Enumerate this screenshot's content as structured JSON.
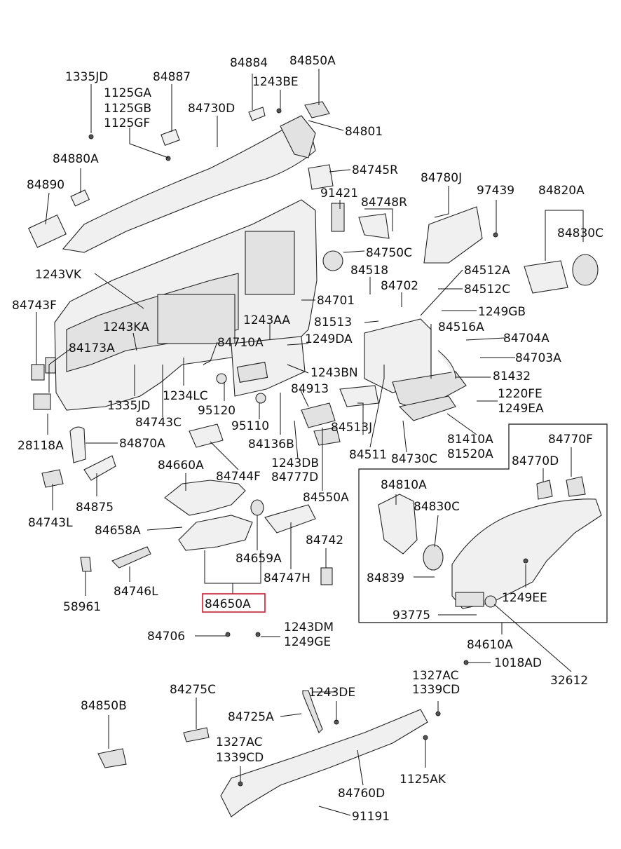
{
  "highlight_label": "84650A",
  "labels": [
    "1335JD",
    "84887",
    "1125GA",
    "1125GB",
    "1125GF",
    "84730D",
    "84884",
    "1243BE",
    "84850A",
    "84801",
    "84880A",
    "84890",
    "84745R",
    "84780J",
    "91421",
    "84748R",
    "97439",
    "84820A",
    "84830C",
    "84750C",
    "1243VK",
    "84518",
    "84512A",
    "84702",
    "84512C",
    "84743F",
    "84701",
    "1249GB",
    "1243KA",
    "1243AA",
    "81513",
    "84516A",
    "84173A",
    "84710A",
    "1249DA",
    "84704A",
    "84703A",
    "81432",
    "1243BN",
    "84913",
    "1220FE",
    "1249EA",
    "1335JD",
    "1234LC",
    "84743C",
    "95120",
    "95110",
    "84136B",
    "84513J",
    "28118A",
    "84870A",
    "84511",
    "84730C",
    "81410A",
    "81520A",
    "84770F",
    "84770D",
    "84660A",
    "84744F",
    "1243DB",
    "84777D",
    "84810A",
    "84830C",
    "84743L",
    "84875",
    "84550A",
    "84658A",
    "84659A",
    "84742",
    "84747H",
    "84839",
    "1249EE",
    "58961",
    "84746L",
    "93775",
    "84706",
    "1243DM",
    "1249GE",
    "84610A",
    "1018AD",
    "32612",
    "1327AC",
    "1339CD",
    "84850B",
    "84275C",
    "1243DE",
    "84725A",
    "1327AC",
    "1339CD",
    "1125AK",
    "84760D",
    "91191"
  ]
}
